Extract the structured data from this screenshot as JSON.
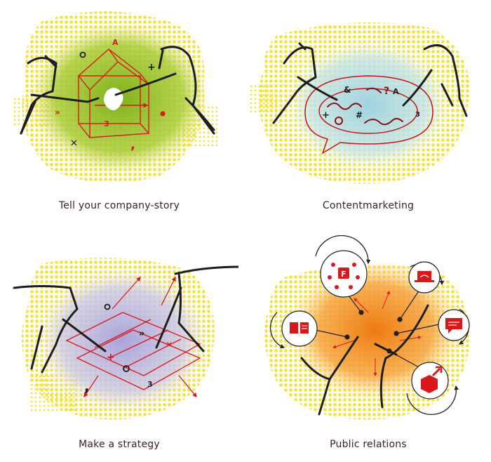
{
  "panels": [
    {
      "caption": "Tell your company-story",
      "colors": {
        "glow": "#8fbf2a",
        "accent": "#d8181b",
        "halftone": "#f5e23c"
      }
    },
    {
      "caption": "Contentmarketing",
      "colors": {
        "glow": "#a9d8e2",
        "accent": "#c4141a",
        "halftone": "#f5e23c"
      }
    },
    {
      "caption": "Make a strategy",
      "colors": {
        "glow": "#b7b3df",
        "accent": "#d8181b",
        "halftone": "#f5e23c"
      }
    },
    {
      "caption": "Public relations",
      "colors": {
        "glow": "#f08a1c",
        "accent": "#d8181b",
        "halftone": "#f5e23c"
      }
    }
  ],
  "glyphs": {
    "p1": [
      "A",
      "3",
      ","
    ],
    "p2": [
      "&",
      "A",
      "?",
      "#",
      "+",
      "3"
    ],
    "p3": [
      "3",
      ","
    ],
    "p4": [
      "F"
    ]
  },
  "icons": [
    "network-people-icon",
    "laptop-wifi-icon",
    "newspaper-icon",
    "speech-bubble-icon",
    "cube-arrow-icon"
  ]
}
